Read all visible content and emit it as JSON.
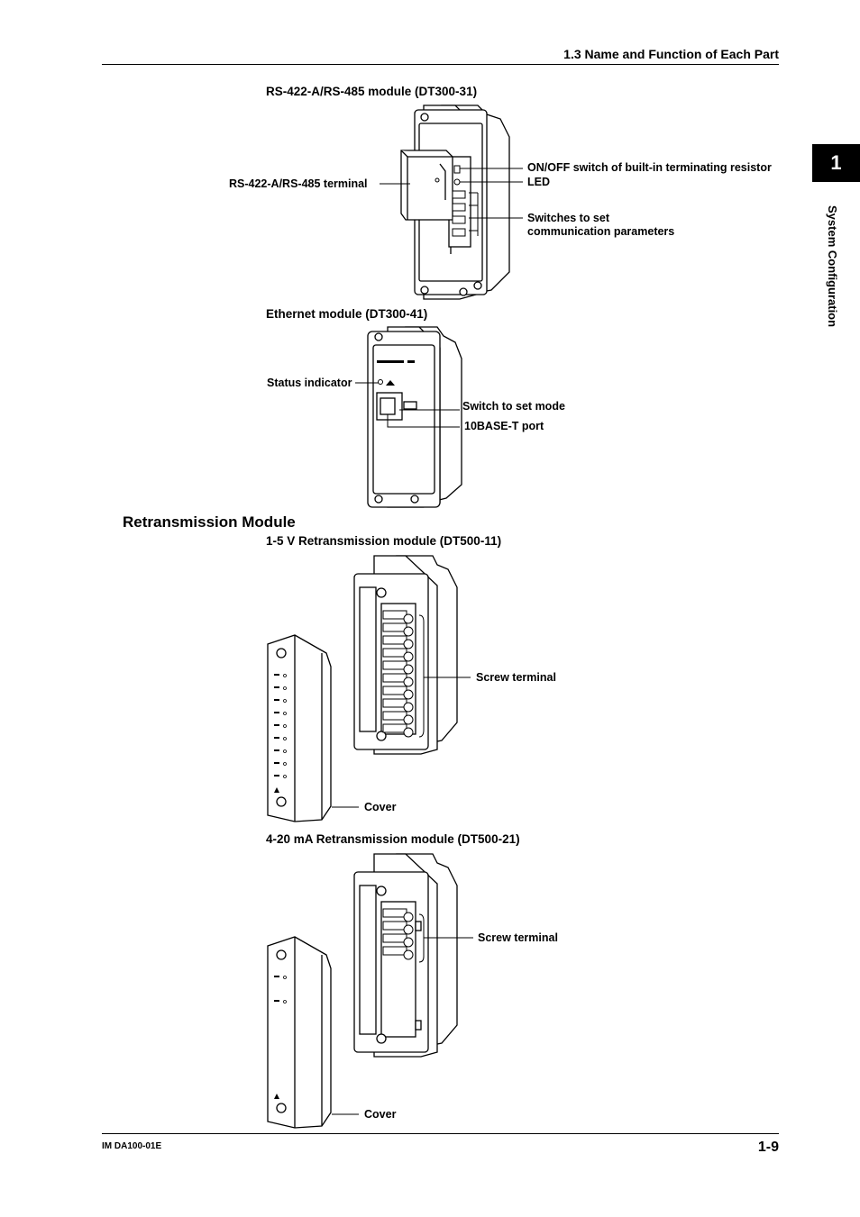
{
  "header": {
    "title": "1.3  Name and Function of Each Part"
  },
  "side_tab": {
    "chapter_number": "1",
    "chapter_title": "System Configuration"
  },
  "figures": {
    "rs422": {
      "caption": "RS-422-A/RS-485 module (DT300-31)",
      "labels": {
        "terminal": "RS-422-A/RS-485 terminal",
        "switch": "ON/OFF switch of built-in terminating resistor",
        "led": "LED",
        "params_line1": "Switches to set",
        "params_line2": "communication parameters"
      }
    },
    "ethernet": {
      "caption": "Ethernet module (DT300-41)",
      "labels": {
        "status": "Status indicator",
        "mode": "Switch to set mode",
        "port": "10BASE-T port"
      }
    },
    "section_title": "Retransmission Module",
    "retrans_v": {
      "caption": "1-5 V Retransmission module (DT500-11)",
      "labels": {
        "screw": "Screw terminal",
        "cover": "Cover"
      }
    },
    "retrans_ma": {
      "caption": "4-20 mA Retransmission module (DT500-21)",
      "labels": {
        "screw": "Screw terminal",
        "cover": "Cover"
      }
    }
  },
  "footer": {
    "doc_id": "IM DA100-01E",
    "page": "1-9"
  }
}
